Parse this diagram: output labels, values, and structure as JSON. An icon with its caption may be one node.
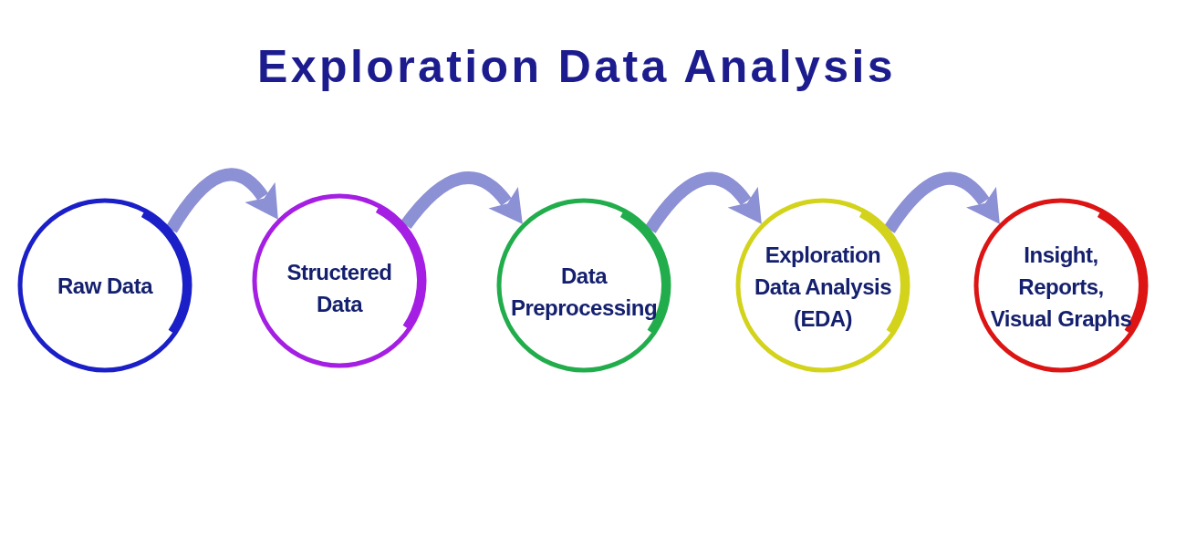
{
  "diagram": {
    "title": "Exploration Data Analysis",
    "nodes": [
      {
        "text": [
          "Raw Data"
        ]
      },
      {
        "text": [
          "Structered Data"
        ]
      },
      {
        "text": [
          "Data Preprocessing"
        ]
      },
      {
        "text": [
          "Exploration Data Analysis (EDA)"
        ]
      },
      {
        "text": [
          "Insight, Reports, Visual Graphs"
        ]
      }
    ],
    "edges": [
      {
        "from": 0,
        "to": 1,
        "arrow": "to"
      },
      {
        "from": 1,
        "to": 2,
        "arrow": "to"
      },
      {
        "from": 2,
        "to": 3,
        "arrow": "to"
      },
      {
        "from": 3,
        "to": 4,
        "arrow": "to"
      }
    ]
  }
}
